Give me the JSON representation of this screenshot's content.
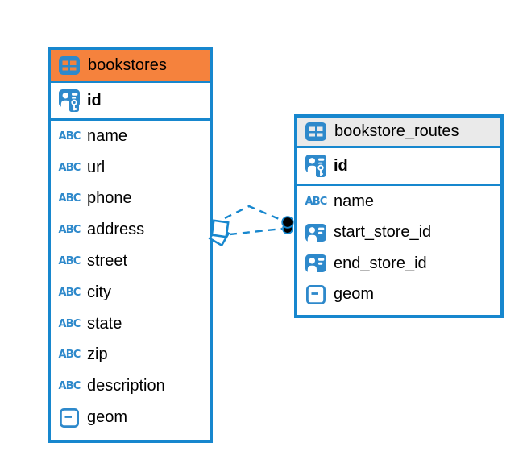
{
  "colors": {
    "primary_blue": "#1787CE",
    "icon_blue": "#2E89CB",
    "selected_header_orange": "#F5823D",
    "header_gray": "#EAEAEA",
    "row_background": "#FFFFFF",
    "text_black": "#000000",
    "dot_black": "#000000"
  },
  "icons": {
    "abc_label": "ABC"
  },
  "tables": [
    {
      "name": "bookstores",
      "selected": true,
      "pk": {
        "name": "id",
        "type": "primary-key"
      },
      "columns": [
        {
          "name": "name",
          "type": "text"
        },
        {
          "name": "url",
          "type": "text"
        },
        {
          "name": "phone",
          "type": "text"
        },
        {
          "name": "address",
          "type": "text"
        },
        {
          "name": "street",
          "type": "text"
        },
        {
          "name": "city",
          "type": "text"
        },
        {
          "name": "state",
          "type": "text"
        },
        {
          "name": "zip",
          "type": "text"
        },
        {
          "name": "description",
          "type": "text"
        },
        {
          "name": "geom",
          "type": "geometry"
        }
      ]
    },
    {
      "name": "bookstore_routes",
      "selected": false,
      "pk": {
        "name": "id",
        "type": "primary-key"
      },
      "columns": [
        {
          "name": "name",
          "type": "text"
        },
        {
          "name": "start_store_id",
          "type": "reference"
        },
        {
          "name": "end_store_id",
          "type": "reference"
        },
        {
          "name": "geom",
          "type": "geometry"
        }
      ]
    }
  ],
  "relationship": {
    "between": [
      "bookstores",
      "bookstore_routes"
    ],
    "line_style": "dashed",
    "line_count": 2,
    "bookstores_end_marker": "two-overlapping-squares",
    "routes_end_marker": "two-overlapping-dots"
  }
}
